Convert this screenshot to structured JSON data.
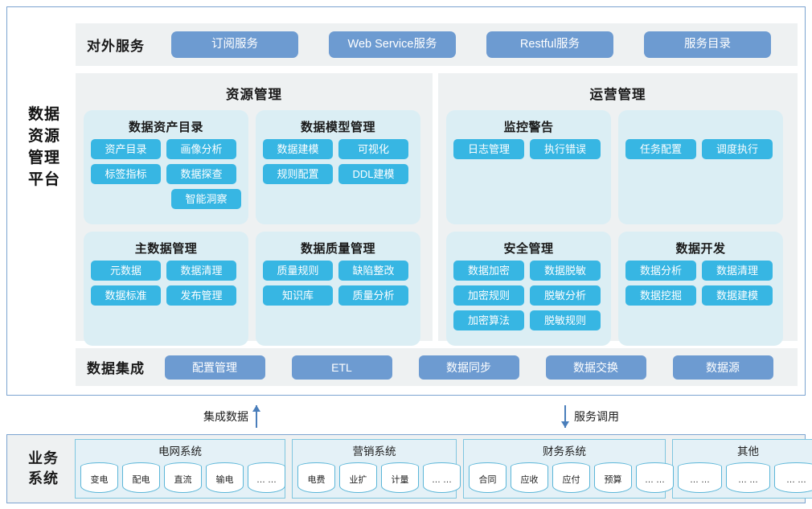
{
  "platform": {
    "label": "数据\n资源\n管理\n平台",
    "label_lines": [
      "数据",
      "资源",
      "管理",
      "平台"
    ]
  },
  "external_services": {
    "title": "对外服务",
    "buttons": [
      "订阅服务",
      "Web Service服务",
      "Restful服务",
      "服务目录"
    ]
  },
  "panels": [
    {
      "title": "资源管理",
      "cards": [
        {
          "title": "数据资产目录",
          "chips": [
            "资产目录",
            "画像分析",
            "标签指标",
            "数据探查",
            "智能洞察"
          ],
          "layout": "2-2-right1"
        },
        {
          "title": "数据模型管理",
          "chips": [
            "数据建模",
            "可视化",
            "规则配置",
            "DDL建模"
          ],
          "layout": "2-2"
        },
        {
          "title": "主数据管理",
          "chips": [
            "元数据",
            "数据清理",
            "数据标准",
            "发布管理"
          ],
          "layout": "2-2"
        },
        {
          "title": "数据质量管理",
          "chips": [
            "质量规则",
            "缺陷整改",
            "知识库",
            "质量分析"
          ],
          "layout": "2-2"
        }
      ]
    },
    {
      "title": "运营管理",
      "cards": [
        {
          "title": "监控警告",
          "chips": [
            "日志管理",
            "执行错误"
          ],
          "layout": "2"
        },
        {
          "title": "",
          "chips": [
            "任务配置",
            "调度执行"
          ],
          "layout": "2"
        },
        {
          "title": "安全管理",
          "chips": [
            "数据加密",
            "数据脱敏",
            "加密规则",
            "脱敏分析",
            "加密算法",
            "脱敏规则"
          ],
          "layout": "2-2-2"
        },
        {
          "title": "数据开发",
          "chips": [
            "数据分析",
            "数据清理",
            "数据挖掘",
            "数据建模"
          ],
          "layout": "2-2"
        }
      ]
    }
  ],
  "data_integration": {
    "title": "数据集成",
    "buttons": [
      "配置管理",
      "ETL",
      "数据同步",
      "数据交换",
      "数据源"
    ]
  },
  "connectors": [
    {
      "label": "集成数据",
      "direction": "up"
    },
    {
      "label": "服务调用",
      "direction": "down"
    }
  ],
  "business_systems": {
    "label_lines": [
      "业务",
      "系统"
    ],
    "groups": [
      {
        "title": "电网系统",
        "databases": [
          "变电",
          "配电",
          "直流",
          "输电",
          "… …"
        ]
      },
      {
        "title": "营销系统",
        "databases": [
          "电费",
          "业扩",
          "计量",
          "… …"
        ]
      },
      {
        "title": "财务系统",
        "databases": [
          "合同",
          "应收",
          "应付",
          "预算",
          "… …"
        ]
      },
      {
        "title": "其他",
        "databases": [
          "… …",
          "… …",
          "… …"
        ]
      }
    ]
  },
  "colors": {
    "frame_border": "#7ba3d0",
    "panel_bg": "#eef1f2",
    "card_bg": "#dbeef4",
    "chip_blue": "#37b6e3",
    "service_blue": "#6d9bd1",
    "arrow_blue": "#4a7ebb",
    "db_stroke": "#5bb6d8"
  }
}
